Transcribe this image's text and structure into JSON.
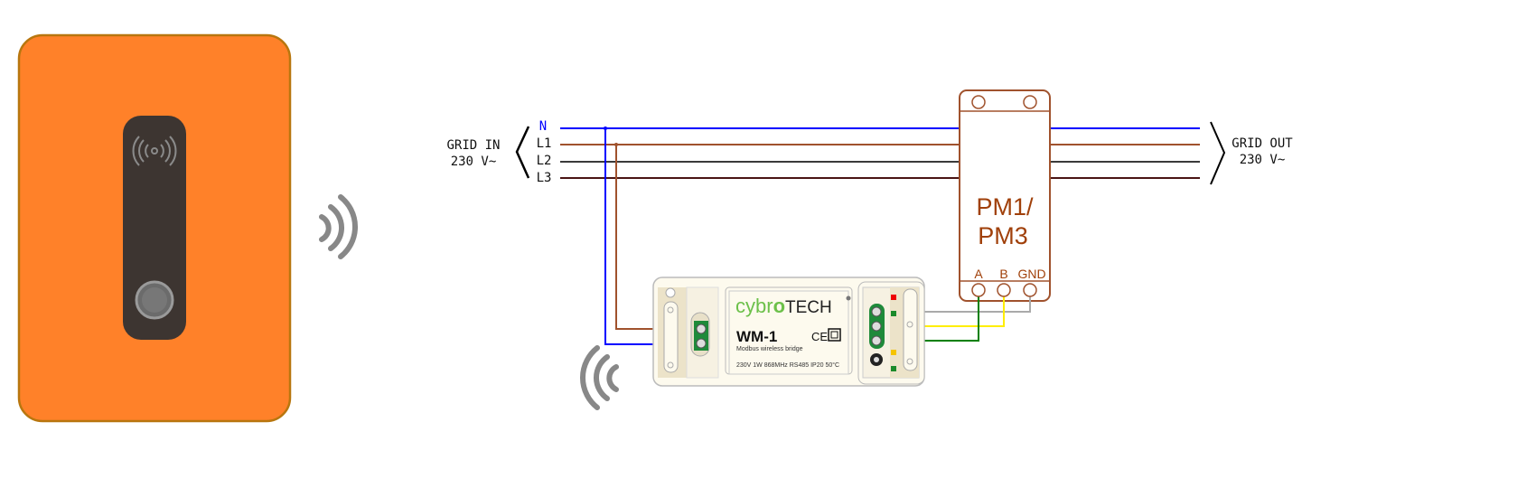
{
  "grid_in": {
    "line1": "GRID IN",
    "line2": "230 V~"
  },
  "grid_out": {
    "line1": "GRID OUT",
    "line2": "230 V~"
  },
  "conductors": [
    {
      "label": "N",
      "color": "#0000ff"
    },
    {
      "label": "L1",
      "color": "#a0522d"
    },
    {
      "label": "L2",
      "color": "#3a3a3a"
    },
    {
      "label": "L3",
      "color": "#4a1414"
    }
  ],
  "meter": {
    "line1": "PM1/",
    "line2": "PM3",
    "terminals": [
      "A",
      "B",
      "GND"
    ],
    "color": "#a0400a"
  },
  "bridge": {
    "brand_a": "cybr",
    "brand_b": "o",
    "brand_c": "TECH",
    "model": "WM-1",
    "ce": "CE",
    "subtitle": "Modbus wireless bridge",
    "specs": "230V 1W 868MHz RS485 IP20 50°C"
  },
  "colors": {
    "charger": "#ff8129",
    "rs485_a": "#008000",
    "rs485_b": "#ffee00",
    "gnd": "#aaaaaa"
  }
}
